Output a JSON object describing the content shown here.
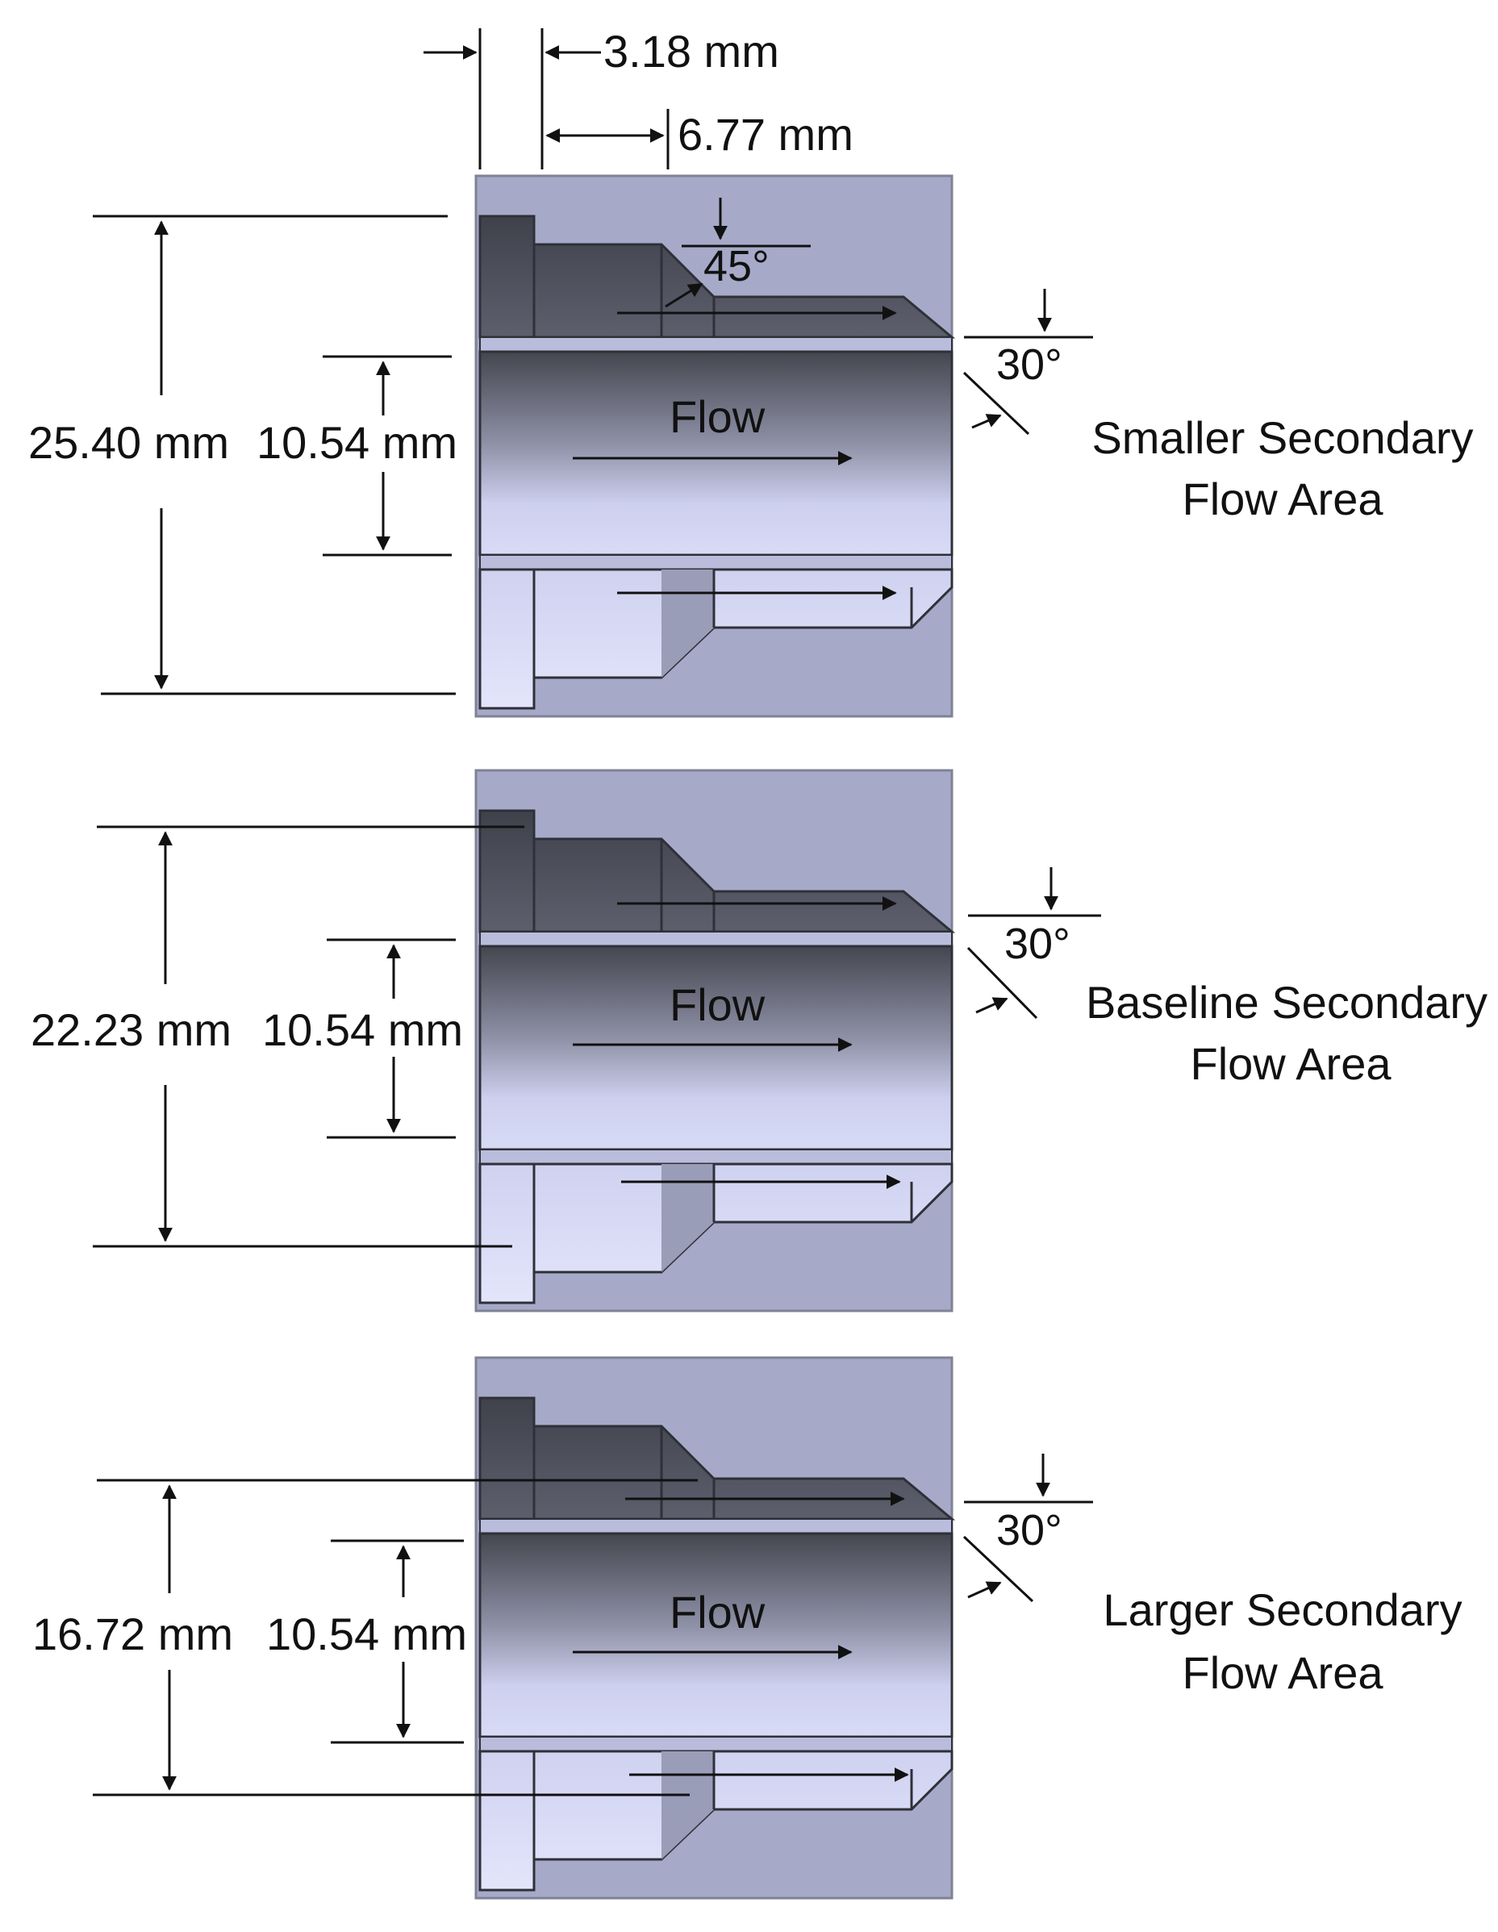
{
  "top_dims": {
    "offset": "3.18 mm",
    "step": "6.77 mm"
  },
  "colors": {
    "background": "#ffffff",
    "line": "#111111",
    "panel": "#a6aac8",
    "dark_part": "#505260",
    "light_part": "#d6d9f4"
  },
  "panels": [
    {
      "outer_dim": "25.40 mm",
      "inner_dim": "10.54 mm",
      "angle_45": "45°",
      "angle_30": "30°",
      "flow_label": "Flow",
      "caption_line1": "Smaller Secondary",
      "caption_line2": "Flow Area"
    },
    {
      "outer_dim": "22.23 mm",
      "inner_dim": "10.54 mm",
      "angle_30": "30°",
      "flow_label": "Flow",
      "caption_line1": "Baseline Secondary",
      "caption_line2": "Flow Area"
    },
    {
      "outer_dim": "16.72 mm",
      "inner_dim": "10.54 mm",
      "angle_30": "30°",
      "flow_label": "Flow",
      "caption_line1": "Larger Secondary",
      "caption_line2": "Flow Area"
    }
  ]
}
